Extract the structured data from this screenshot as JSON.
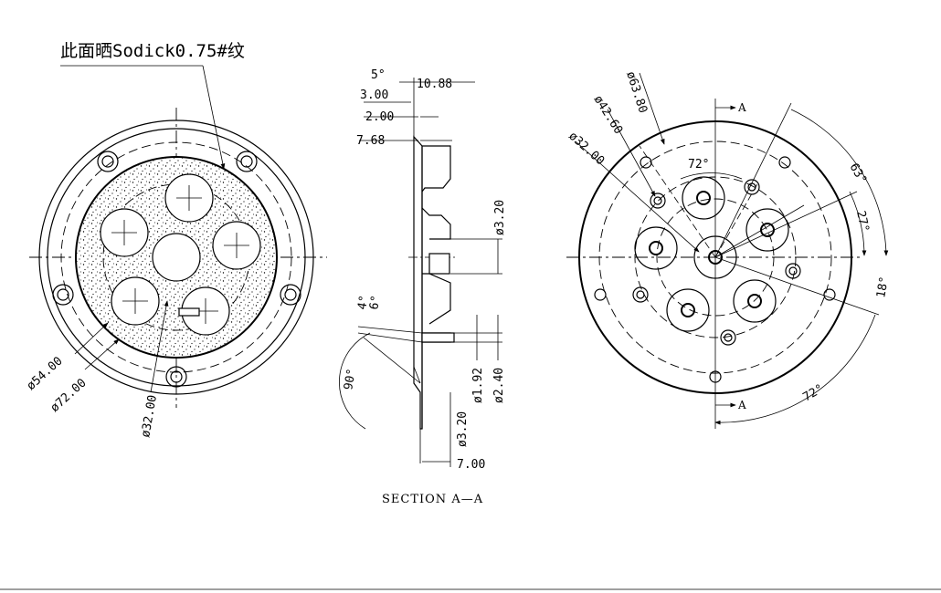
{
  "drawing": {
    "note": "此面晒Sodick0.75#纹",
    "section_label": "SECTION A—A",
    "section_marker": "A",
    "front_view": {
      "dims": {
        "d54": "ø54.00",
        "d72": "ø72.00",
        "d32": "ø32.00"
      }
    },
    "section_view": {
      "dims": {
        "ang5": "5°",
        "t300": "3.00",
        "t200": "2.00",
        "t768": "7.68",
        "t1088": "10.88",
        "d320a": "ø3.20",
        "ang4": "4°",
        "ang6": "6°",
        "ang90": "90°",
        "d192": "ø1.92",
        "d240": "ø2.40",
        "d320b": "ø3.20",
        "t700": "7.00"
      }
    },
    "back_view": {
      "dims": {
        "d6380": "ø63.80",
        "d4260": "ø42.60",
        "d3200": "ø32.00",
        "ang72a": "72°",
        "ang63": "63°",
        "ang27": "27°",
        "ang18": "18°",
        "ang72b": "72°"
      }
    }
  }
}
